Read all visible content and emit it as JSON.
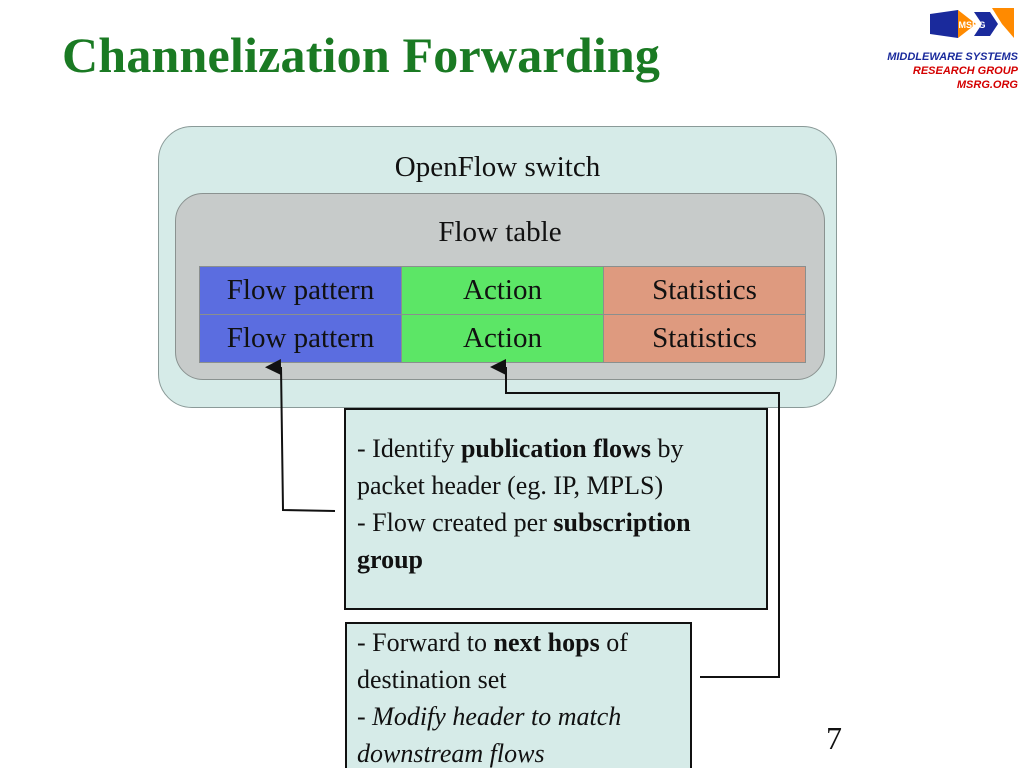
{
  "slide": {
    "title": "Channelization Forwarding",
    "page_number": "7"
  },
  "org": {
    "line1": "MIDDLEWARE SYSTEMS",
    "line2": "RESEARCH GROUP",
    "line3": "MSRG.ORG",
    "logo_text": "MSRG"
  },
  "diagram": {
    "switch_label": "OpenFlow switch",
    "table_label": "Flow table",
    "rows": [
      {
        "pattern": "Flow pattern",
        "action": "Action",
        "stats": "Statistics"
      },
      {
        "pattern": "Flow pattern",
        "action": "Action",
        "stats": "Statistics"
      }
    ]
  },
  "callout_pattern": {
    "l1_pre": "- Identify ",
    "l1_bold": "publication flows",
    "l1_post": " by packet header (eg. IP, MPLS)",
    "l2_pre": "- Flow created per ",
    "l2_bold": "subscription group"
  },
  "callout_action": {
    "l1_pre": "- Forward to ",
    "l1_bold": "next hops",
    "l1_post": " of destination set",
    "l2_pre": "- ",
    "l2_italic": "Modify header to match downstream flows"
  },
  "colors": {
    "title": "#1a7a23",
    "flow_pattern": "#5b6de0",
    "action": "#5ce666",
    "statistics": "#de9a7f",
    "switch_bg": "#d6ebe8",
    "table_bg": "#c7cbca"
  }
}
